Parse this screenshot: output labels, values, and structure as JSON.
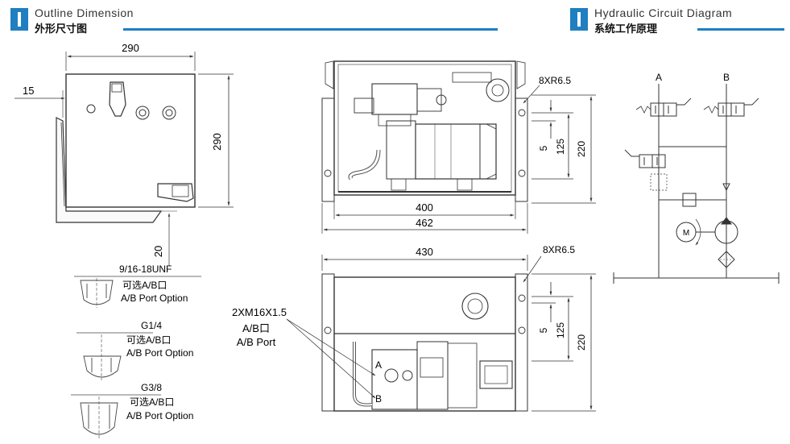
{
  "headers": {
    "outline": {
      "en": "Outline Dimension",
      "cn": "外形尺寸图"
    },
    "hydraulic": {
      "en": "Hydraulic Circuit Diagram",
      "cn": "系统工作原理"
    }
  },
  "side_view": {
    "width": "290",
    "height": "290",
    "left_offset": "15",
    "bottom_offset": "20"
  },
  "ports": [
    {
      "thread": "9/16-18UNF",
      "cn": "可选A/B口",
      "en": "A/B Port Option"
    },
    {
      "thread": "G1/4",
      "cn": "可选A/B口",
      "en": "A/B Port Option"
    },
    {
      "thread": "G3/8",
      "cn": "可选A/B口",
      "en": "A/B Port Option"
    }
  ],
  "top_view": {
    "inner": "400",
    "outer": "462",
    "slot": "8XR6.5",
    "d5": "5",
    "d125": "125",
    "d220": "220"
  },
  "bottom_view": {
    "width": "430",
    "slot": "8XR6.5",
    "d5": "5",
    "d125": "125",
    "d220": "220",
    "port_thread": "2XM16X1.5",
    "port_cn": "A/B口",
    "port_en": "A/B Port",
    "label_a": "A",
    "label_b": "B"
  },
  "circuit": {
    "label_a": "A",
    "label_b": "B",
    "motor": "M"
  }
}
